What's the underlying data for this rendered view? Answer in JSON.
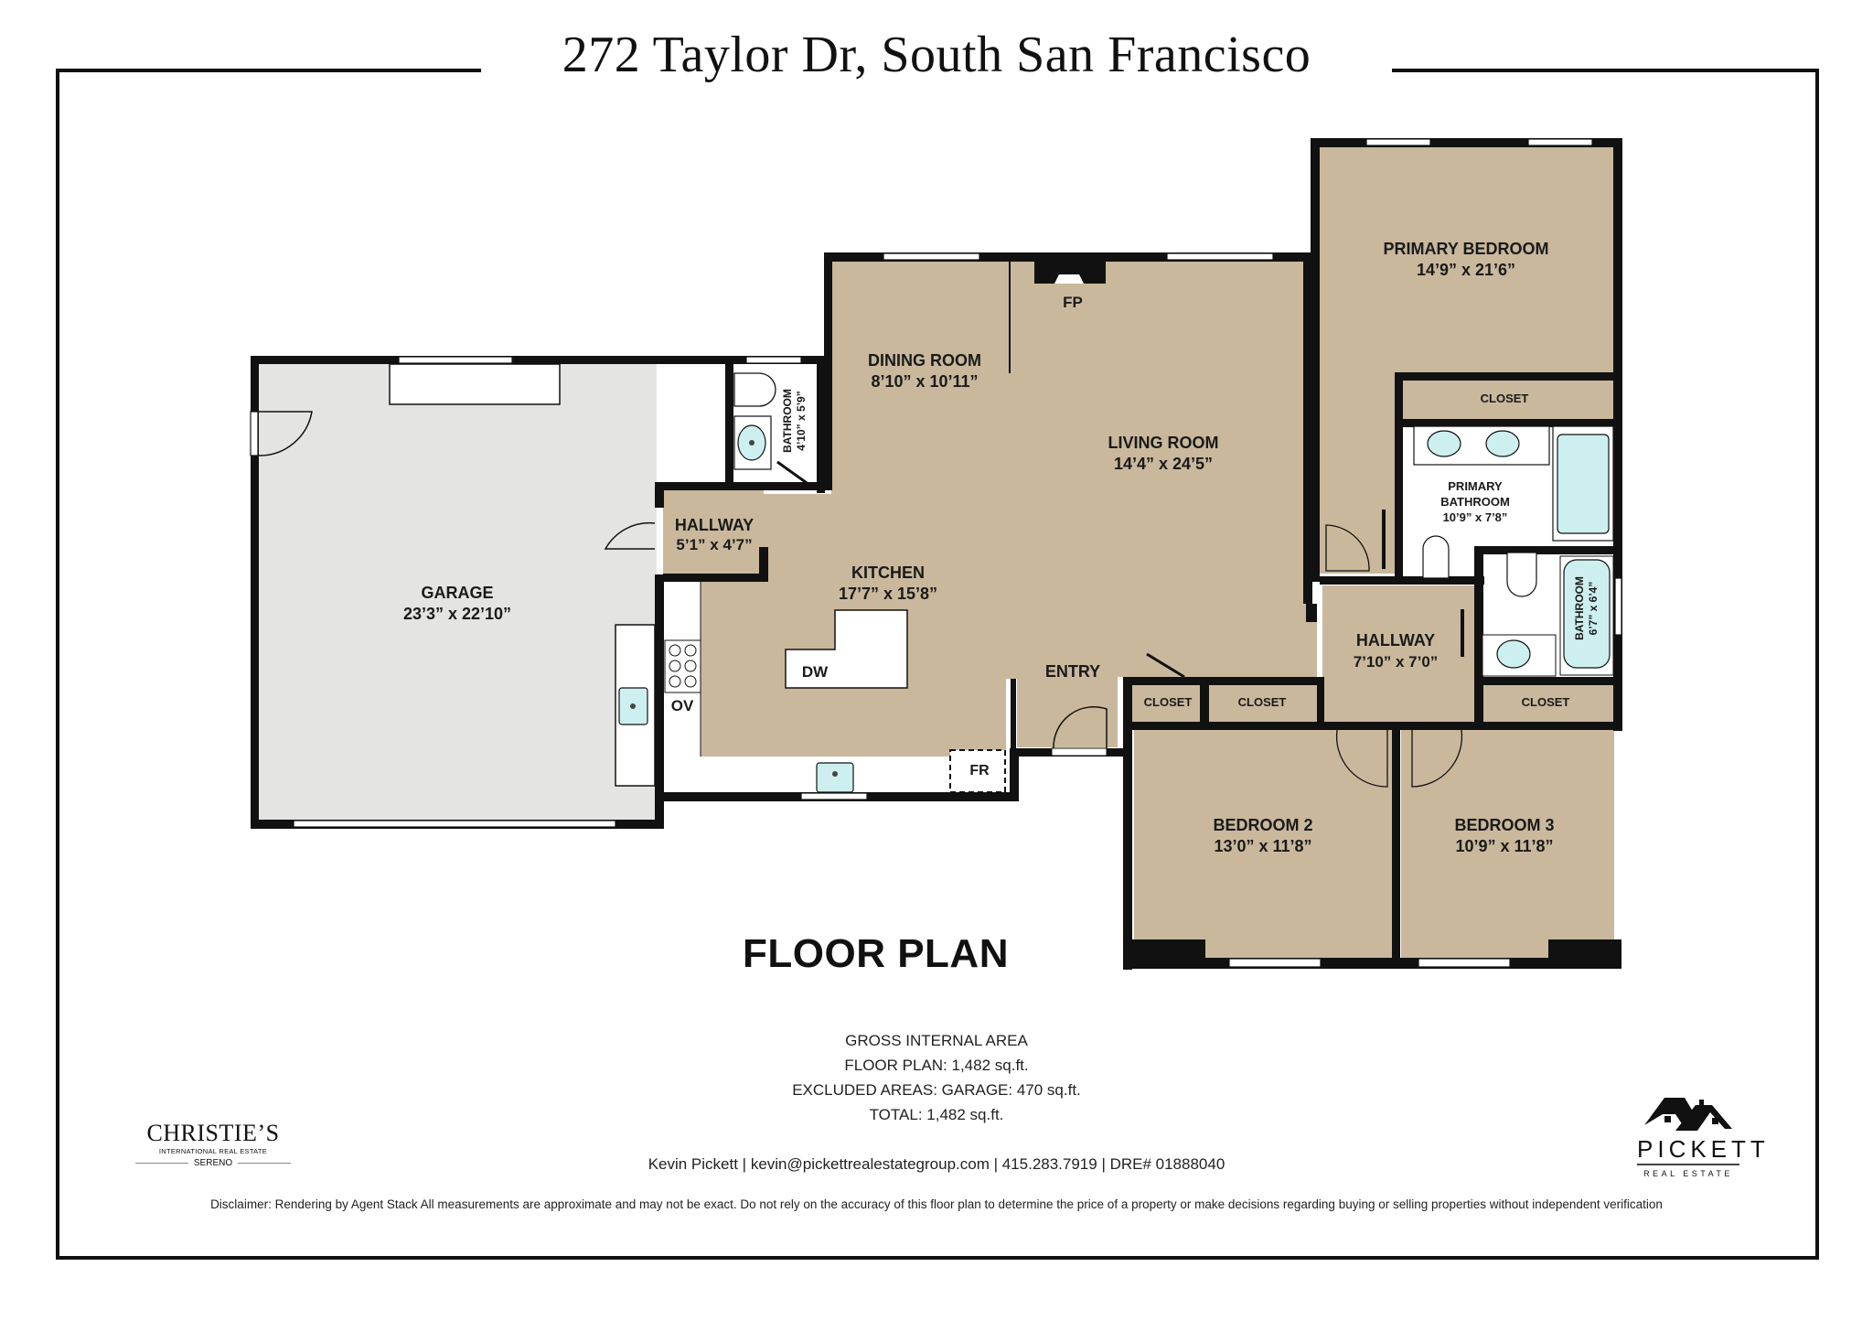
{
  "header": {
    "title": "272 Taylor Dr, South San Francisco"
  },
  "colors": {
    "room_fill": "#c9b89c",
    "garage_fill": "#e4e4e2",
    "wall": "#111111",
    "fixture_fill": "#cdeff0",
    "background": "#ffffff"
  },
  "rooms": {
    "garage": {
      "name": "GARAGE",
      "size": "23’3” x 22’10”"
    },
    "garage_bathroom": {
      "name": "BATHROOM",
      "size": "4’10” x 5’9”"
    },
    "hallway_west": {
      "name": "HALLWAY",
      "size": "5’1” x 4’7”"
    },
    "dining_room": {
      "name": "DINING ROOM",
      "size": "8’10” x 10’11”"
    },
    "living_room": {
      "name": "LIVING ROOM",
      "size": "14’4” x 24’5”"
    },
    "kitchen": {
      "name": "KITCHEN",
      "size": "17’7” x 15’8”"
    },
    "entry": {
      "name": "ENTRY"
    },
    "primary_bedroom": {
      "name": "PRIMARY BEDROOM",
      "size": "14’9” x 21’6”"
    },
    "primary_closet": {
      "name": "CLOSET"
    },
    "primary_bathroom": {
      "name_line1": "PRIMARY",
      "name_line2": "BATHROOM",
      "size": "10’9” x 7’8”"
    },
    "hallway_east": {
      "name": "HALLWAY",
      "size": "7’10” x 7’0”"
    },
    "hall_bathroom": {
      "name": "BATHROOM",
      "size": "6’7” x 6’4”"
    },
    "closet_entry_1": {
      "name": "CLOSET"
    },
    "closet_entry_2": {
      "name": "CLOSET"
    },
    "closet_bed3": {
      "name": "CLOSET"
    },
    "bedroom_2": {
      "name": "BEDROOM 2",
      "size": "13’0” x 11’8”"
    },
    "bedroom_3": {
      "name": "BEDROOM 3",
      "size": "10’9” x 11’8”"
    }
  },
  "fixtures": {
    "fireplace": "FP",
    "dishwasher": "DW",
    "oven": "OV",
    "refrigerator": "FR"
  },
  "floor_plan_heading": "FLOOR PLAN",
  "area_summary": {
    "heading": "GROSS INTERNAL AREA",
    "floor_plan": "FLOOR PLAN: 1,482 sq.ft.",
    "excluded": "EXCLUDED AREAS: GARAGE: 470 sq.ft.",
    "total": "TOTAL: 1,482 sq.ft."
  },
  "contact": "Kevin Pickett | kevin@pickettrealestategroup.com | 415.283.7919 | DRE# 01888040",
  "disclaimer": "Disclaimer: Rendering by Agent Stack All measurements are approximate and may not be exact. Do not rely on the accuracy of this floor plan to determine the price of a property or make decisions regarding buying or selling properties without independent verification",
  "logos": {
    "christies": {
      "line1": "CHRISTIE’S",
      "line2": "INTERNATIONAL REAL ESTATE",
      "line3": "SERENO"
    },
    "pickett": {
      "line1": "PICKETT",
      "line2": "REAL ESTATE",
      "icon": "house-roofs-icon"
    }
  }
}
